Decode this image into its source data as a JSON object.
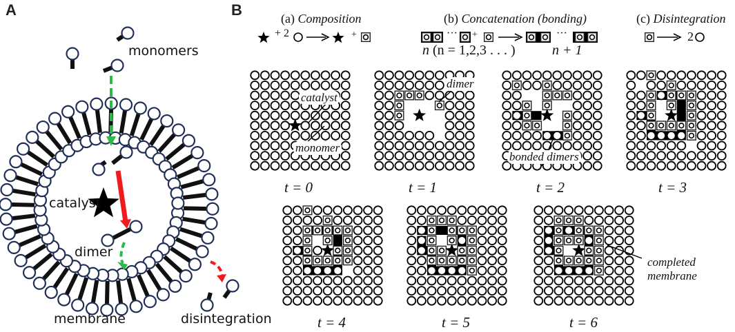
{
  "panel_a": {
    "label": "A",
    "labels": {
      "monomers": "monomers",
      "catalyst": "catalyst",
      "dimer": "dimer",
      "membrane": "membrane",
      "disintegration": "disintegration"
    },
    "colors": {
      "head_stroke": "#1f2f55",
      "tail": "#111111",
      "green_arrow": "#2db84a",
      "red_arrow": "#ee1c1c"
    }
  },
  "panel_b": {
    "label": "B",
    "rules": {
      "a_title_prefix": "(a)",
      "a_title": "Composition",
      "a_equation_text": "+ 2",
      "a_plus": "+",
      "b_title_prefix": "(b)",
      "b_title": "Concatenation (bonding)",
      "b_plus": "+",
      "b_ellipsis": "···",
      "b_n_label": "n",
      "b_n_range": "(n = 1,2,3 . . . )",
      "b_n1_label": "n + 1",
      "c_title_prefix": "(c)",
      "c_title": "Disintegration",
      "c_equation_text": "2"
    },
    "legend": {
      "S": "substrate (empty circle)",
      "L": "link (circle in square)",
      "K": "catalyst (star)",
      "bond": "black bar between links"
    },
    "grids": [
      {
        "t_label": "t = 0",
        "rows": [
          "SSSSSSSSSS",
          "SSSSSSSSSS",
          "SSSSSSSSSS",
          "SSSSSSSSSS",
          "SSSSSSSSSS",
          "SSSSKSSSSS",
          "SSSSSSSSSS",
          "SSSSSSSSSS",
          "SSSSSSSSSS",
          "SSSSSSSSSS"
        ],
        "bonds": [],
        "annotations": [
          {
            "text": "catalyst"
          },
          {
            "text": "monomer"
          }
        ]
      },
      {
        "t_label": "t = 1",
        "rows": [
          "SSSSSSSSSS",
          "SSSSSSSSSS",
          "SSLLLSSSSS",
          "SSL___LSSS",
          "SSL_K__SSS",
          "SSS____SSS",
          "SSSSSS_SSS",
          "SSSSSSSSSS",
          "SSSSSSSSSS",
          "SSSSSSSSSS"
        ],
        "bonds": [],
        "annotations": [
          {
            "text": "dimer"
          }
        ]
      },
      {
        "t_label": "t = 2",
        "rows": [
          "SSSSSSSSSS",
          "SLSSLSSSSS",
          "SS__LLLSSS",
          "SSL_L__SSS",
          "SSL_K_LSSS",
          "SSLL__LSSS",
          "SSSSSSLSSS",
          "SSSSSSSSSS",
          "SSSSSSSSSS",
          "SSSSSSSSSS"
        ],
        "bonds": [
          [
            1,
            4,
            2,
            4
          ],
          [
            2,
            4,
            3,
            4
          ],
          [
            4,
            6,
            5,
            6
          ],
          [
            5,
            6,
            6,
            6
          ]
        ],
        "annotations": [
          {
            "text": "bonded dimers"
          }
        ]
      },
      {
        "t_label": "t = 3",
        "rows": [
          "SSLSSSSSSS",
          "S_SSLSSSSS",
          "SSLSLLLSSS",
          "SSL_L_LSSS",
          "SSL_K_LSSS",
          "SSLLLLLSSS",
          "SSSSSSLSSS",
          "SSSSSS_SSS",
          "SSSSSSSSSS",
          "SSSSSSSSSS"
        ],
        "bonds": [
          [
            1,
            4,
            2,
            4
          ],
          [
            2,
            4,
            2,
            5
          ],
          [
            2,
            5,
            2,
            6
          ],
          [
            2,
            6,
            3,
            6
          ],
          [
            3,
            6,
            4,
            6
          ],
          [
            4,
            6,
            5,
            6
          ],
          [
            3,
            2,
            4,
            2
          ],
          [
            4,
            2,
            5,
            2
          ],
          [
            5,
            2,
            5,
            3
          ],
          [
            5,
            3,
            5,
            4
          ],
          [
            5,
            4,
            5,
            5
          ],
          [
            5,
            5,
            5,
            6
          ]
        ],
        "annotations": []
      },
      {
        "t_label": "t = 4",
        "rows": [
          "SSLSSSSSSS",
          "SSSSLSSSSS",
          "SSLLLLLSSS",
          "SSL_L_LSSS",
          "SSLSKLLSSS",
          "SSLLLLLSSS",
          "SSSSSS_SSS",
          "SSSSSSSSSS",
          "SSSSSSSSSS",
          "SSSSSSSSSS"
        ],
        "bonds": [
          [
            1,
            4,
            2,
            4
          ],
          [
            2,
            4,
            2,
            5
          ],
          [
            2,
            5,
            2,
            6
          ],
          [
            2,
            6,
            3,
            6
          ],
          [
            3,
            6,
            4,
            6
          ],
          [
            4,
            6,
            5,
            6
          ],
          [
            2,
            2,
            3,
            2
          ],
          [
            3,
            2,
            4,
            2
          ],
          [
            4,
            2,
            5,
            2
          ],
          [
            5,
            2,
            5,
            3
          ],
          [
            5,
            3,
            5,
            4
          ],
          [
            5,
            4,
            5,
            5
          ],
          [
            5,
            5,
            5,
            6
          ]
        ],
        "annotations": []
      },
      {
        "t_label": "t = 5",
        "rows": [
          "SSSSSSSSSS",
          "SSLLLSSSSS",
          "SSL_LLLSSS",
          "SSL_LSLSSS",
          "SSLLKLLSSS",
          "SSLLLLLSSS",
          "SSSSSSLSSS",
          "SSSSSSSSSS",
          "SSSSSSSSSS",
          "SSSSSSSSSS"
        ],
        "bonds": [
          [
            1,
            3,
            1,
            4
          ],
          [
            1,
            4,
            2,
            4
          ],
          [
            2,
            4,
            2,
            5
          ],
          [
            2,
            5,
            2,
            6
          ],
          [
            2,
            6,
            3,
            6
          ],
          [
            3,
            6,
            4,
            6
          ],
          [
            4,
            6,
            5,
            6
          ],
          [
            1,
            2,
            2,
            2
          ],
          [
            2,
            2,
            3,
            2
          ],
          [
            3,
            2,
            4,
            2
          ],
          [
            4,
            2,
            5,
            2
          ],
          [
            5,
            2,
            5,
            3
          ],
          [
            5,
            3,
            5,
            4
          ],
          [
            5,
            4,
            5,
            5
          ],
          [
            5,
            5,
            5,
            6
          ]
        ],
        "annotations": []
      },
      {
        "t_label": "t = 6",
        "rows": [
          "SSSSSSSSSS",
          "SSLLLSSSSS",
          "SSLSLLLSSS",
          "SSLLLSLSSS",
          "SSL_KLLSSS",
          "SSLLLLLSSS",
          "SSSSSSLSSS",
          "SSSSSSSSSS",
          "SSSSSSSSSS",
          "SSSSSSSSSS"
        ],
        "bonds": [
          [
            1,
            2,
            1,
            3
          ],
          [
            1,
            3,
            1,
            4
          ],
          [
            1,
            4,
            2,
            4
          ],
          [
            2,
            4,
            2,
            5
          ],
          [
            2,
            5,
            2,
            6
          ],
          [
            2,
            6,
            3,
            6
          ],
          [
            3,
            6,
            4,
            6
          ],
          [
            4,
            6,
            5,
            6
          ],
          [
            1,
            2,
            2,
            2
          ],
          [
            2,
            2,
            3,
            2
          ],
          [
            3,
            2,
            4,
            2
          ],
          [
            4,
            2,
            5,
            2
          ],
          [
            5,
            2,
            5,
            3
          ],
          [
            5,
            3,
            5,
            4
          ],
          [
            5,
            4,
            5,
            5
          ],
          [
            5,
            5,
            5,
            6
          ]
        ],
        "annotations": [
          {
            "text": "completed membrane"
          }
        ]
      }
    ]
  }
}
